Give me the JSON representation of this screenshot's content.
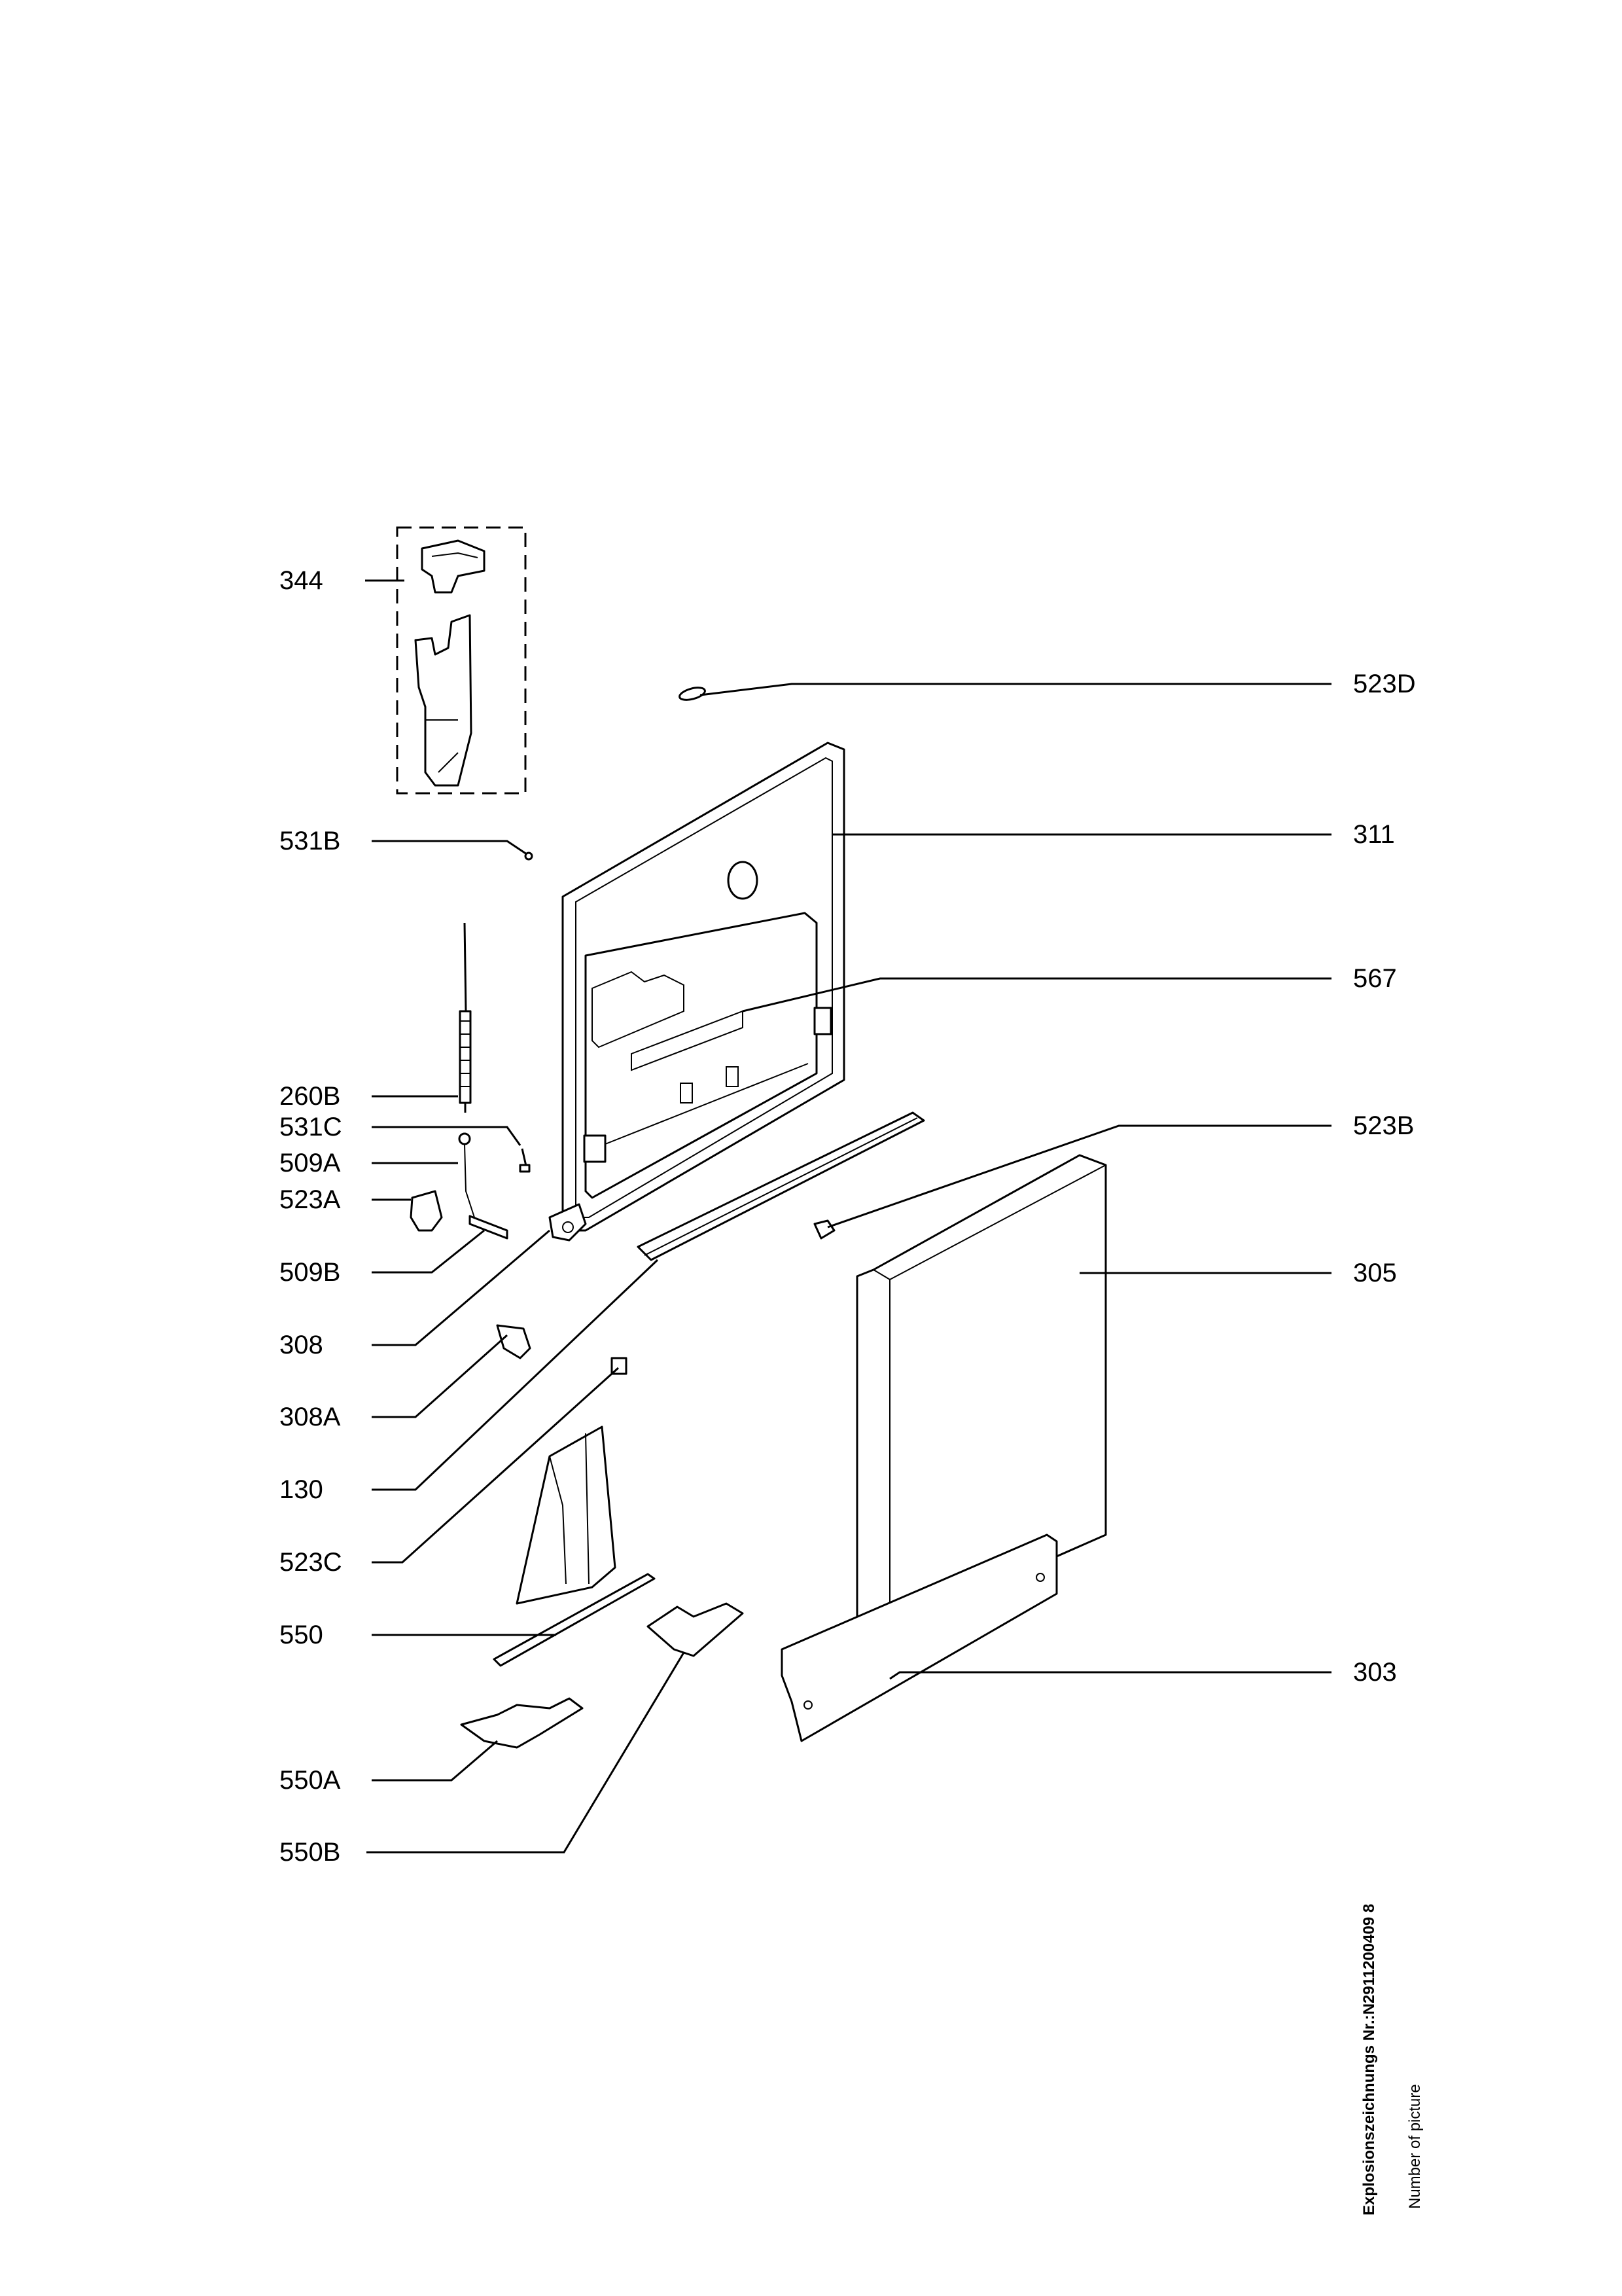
{
  "diagram": {
    "callouts": {
      "c344": "344",
      "c531B": "531B",
      "c260B": "260B",
      "c531C": "531C",
      "c509A": "509A",
      "c523A": "523A",
      "c509B": "509B",
      "c308": "308",
      "c308A": "308A",
      "c130": "130",
      "c523C": "523C",
      "c550": "550",
      "c550A": "550A",
      "c550B": "550B",
      "c523D": "523D",
      "c311": "311",
      "c567": "567",
      "c523B": "523B",
      "c305": "305",
      "c303": "303"
    },
    "footer": {
      "drawing_number": "Explosionszeichnungs Nr.:N2911200409 8",
      "number_of_picture": "Number of picture"
    }
  }
}
